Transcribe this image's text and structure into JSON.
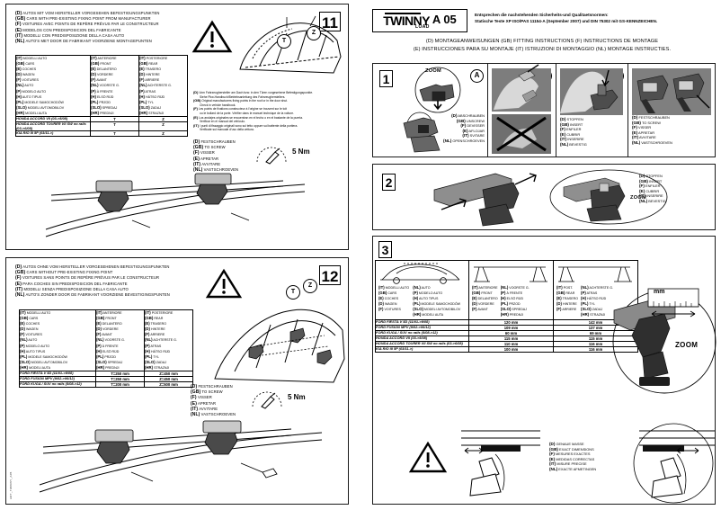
{
  "header": {
    "brand_name": "TWINNY",
    "brand_sub": "LOAD",
    "model_code": "A 05",
    "norm_line1": "Entsprechen die nachstehenden Sicherheits-und Qualitaetsnormen:",
    "norm_line2": "Statische Teste XP ISO/PAS 11154-A (September 2007) und DIN 75302 mit GS-KENNZEICHEN.",
    "instr_line1": "(D) MONTAGEANWEISUNGEN  (GB) FITTING INSTRUCTIONS  (F) INSTRUCTIONS DE MONTAGE",
    "instr_line2": "(E) INSTRUCCIONES PARA SU MONTAJE (IT) ISTRUZIONI DI MONTAGGIO (NL) MONTAGE INSTRUCTIES."
  },
  "panel11": {
    "number": "11",
    "headings": [
      {
        "code": "(D)",
        "text": "AUTOS MIT VOM HERSTELLER VORGESEHEN BEFESTIGUNGSPUNKTEN"
      },
      {
        "code": "(GB)",
        "text": "CARS WITH PRE-EXISTING FIXING POINT FROM MANUFACTURER"
      },
      {
        "code": "(F)",
        "text": "VOITURES AVEC POINTS DE REPÈRE PRÉVUS PAR LE CONSTRUCTEUR"
      },
      {
        "code": "(E)",
        "text": "MODELOS CON PREDISPOSICION DEL FABRICANTE"
      },
      {
        "code": "(IT)",
        "text": "MODELLI CON PREDISPOSIZIONE DELLA CASA AUTO"
      },
      {
        "code": "(NL)",
        "text": "AUTO'S MET DOOR DE FABRIKANT VOORZIENE MONTAGEPUNTEN"
      }
    ],
    "table": {
      "col1_header": [
        {
          "code": "(IT)",
          "text": "MODELLI AUTO"
        },
        {
          "code": "(GB)",
          "text": "CARS"
        },
        {
          "code": "(E)",
          "text": "COCHES"
        },
        {
          "code": "(D)",
          "text": "WAGEN"
        },
        {
          "code": "(F)",
          "text": "VOITURES"
        },
        {
          "code": "(NL)",
          "text": "AUTO"
        },
        {
          "code": "(P)",
          "text": "MODELO AUTO"
        },
        {
          "code": "(H)",
          "text": "AUTO TIPUS"
        },
        {
          "code": "(PL)",
          "text": "MODELE SAMOCHODÓW"
        },
        {
          "code": "(SLO)",
          "text": "MODELI AVTOMOBILOV"
        },
        {
          "code": "(HR)",
          "text": "MODELI AUTA"
        }
      ],
      "col2_header": [
        {
          "code": "(IT)",
          "text": "ANTERIORE"
        },
        {
          "code": "(GB)",
          "text": "FRONT"
        },
        {
          "code": "(E)",
          "text": "DELANTERO"
        },
        {
          "code": "(D)",
          "text": "VORDERE"
        },
        {
          "code": "(F)",
          "text": "AVANT"
        },
        {
          "code": "(NL)",
          "text": "VOORSTE G."
        },
        {
          "code": "(P)",
          "text": "À FRENTE"
        },
        {
          "code": "(H)",
          "text": "ELSÖ RÜD"
        },
        {
          "code": "(PL)",
          "text": "PRZOD"
        },
        {
          "code": "(SLO)",
          "text": "SPREDAJ"
        },
        {
          "code": "(HR)",
          "text": "PREDNJI"
        }
      ],
      "col3_header": [
        {
          "code": "(IT)",
          "text": "POSTERIORE"
        },
        {
          "code": "(GB)",
          "text": "REAR"
        },
        {
          "code": "(E)",
          "text": "TRASERO"
        },
        {
          "code": "(D)",
          "text": "HINTERE"
        },
        {
          "code": "(F)",
          "text": "ARRIERE"
        },
        {
          "code": "(NL)",
          "text": "ACHTERSTE G."
        },
        {
          "code": "(P)",
          "text": "ATRAS"
        },
        {
          "code": "(H)",
          "text": "HÁTSO RÜD"
        },
        {
          "code": "(PL)",
          "text": "TYL"
        },
        {
          "code": "(SLO)",
          "text": "ZADAJ"
        },
        {
          "code": "(HR)",
          "text": "STRAZNJI"
        }
      ],
      "rows": [
        {
          "model": "HONDA ACCORD VII (03->5/08)",
          "front": "T",
          "rear": "Z"
        },
        {
          "model": "HONDA ACCORD TOURER VII SW no rails (03->6/08)",
          "front": "T",
          "rear": "Z"
        },
        {
          "model": "KIA RIO III 5P (03/11->)",
          "front": "T",
          "rear": "Z"
        }
      ]
    },
    "markers": {
      "t": "T",
      "z": "Z"
    },
    "notes": [
      {
        "code": "(D)",
        "l1": "Vom Fahrzeughersteller am Dach bzw. in den Türen vorgesehene Befestigungspunkte.",
        "l2": "Siehe Pkw-Handbuch/Betriebsanleitung des Fahrzeugherstellers."
      },
      {
        "code": "(GB)",
        "l1": "Original manufacturers fixing points in the roof or in the door shut.",
        "l2": "Check in vehicle handbook."
      },
      {
        "code": "(F)",
        "l1": "Les points de fixations constructeur à l'origine se trouvent sur le toit",
        "l2": "ou le bollard de la porte. Vérifier dans le manuel technique de la voiture."
      },
      {
        "code": "(E)",
        "l1": "Los anclajes originales se encuentran en el techo o en el bastante de la puerta.",
        "l2": "Verificar en el manual del vehiculo."
      },
      {
        "code": "(IT)",
        "l1": "I punti di fissaggio originali sono sul tetto oppure sul battente della portiera.",
        "l2": "Verificate sul manuale d'uso della vettura."
      }
    ],
    "screw": [
      {
        "code": "(D)",
        "text": "FESTSCHRAUBEN"
      },
      {
        "code": "(GB)",
        "text": "TO SCREW"
      },
      {
        "code": "(F)",
        "text": "VISSER"
      },
      {
        "code": "(E)",
        "text": "APRETAR"
      },
      {
        "code": "(IT)",
        "text": "AVVITARE"
      },
      {
        "code": "(NL)",
        "text": "VASTSCHROEVEN"
      }
    ],
    "torque": "5 Nm"
  },
  "panel12": {
    "number": "12",
    "headings": [
      {
        "code": "(D)",
        "text": "AUTOS OHNE VOM HERSTELLER VORGESEHENEN BEFESTIGUNGSPUNKTEN"
      },
      {
        "code": "(GB)",
        "text": "CARS WITHOUT PRE-EXISTING FIXING POINT"
      },
      {
        "code": "(F)",
        "text": "VOITURES SANS POINTS DE REPÈRE PRÉVUS PAR LE CONSTRUCTEUR"
      },
      {
        "code": "(E)",
        "text": "PARA COCHES SIN PREDISPOSICION DEL FABRICANTE"
      },
      {
        "code": "(IT)",
        "text": "MODELLI SENZA PREDISPOSIZIONE DELLA CASA AUTO"
      },
      {
        "code": "(NL)",
        "text": "AUTO'S ZONDER DOOR DE FABRIKANT VOORZIENE BEVESTIGINGSPUNTEN"
      }
    ],
    "table": {
      "col1_header": [
        {
          "code": "(IT)",
          "text": "MODELLI AUTO"
        },
        {
          "code": "(GB)",
          "text": "CARS"
        },
        {
          "code": "(E)",
          "text": "COCHES"
        },
        {
          "code": "(D)",
          "text": "WAGEN"
        },
        {
          "code": "(F)",
          "text": "VOITURES"
        },
        {
          "code": "(NL)",
          "text": "AUTO"
        },
        {
          "code": "(P)",
          "text": "MODELO AUTO"
        },
        {
          "code": "(H)",
          "text": "AUTO TIPUS"
        },
        {
          "code": "(PL)",
          "text": "MODELE SAMOCHODÓW"
        },
        {
          "code": "(SLO)",
          "text": "MODELI AVTOMOBILOV"
        },
        {
          "code": "(HR)",
          "text": "MODELI AUTA"
        }
      ],
      "col2_header": [
        {
          "code": "(IT)",
          "text": "ANTERIORE"
        },
        {
          "code": "(GB)",
          "text": "FRONT"
        },
        {
          "code": "(E)",
          "text": "DELANTERO"
        },
        {
          "code": "(D)",
          "text": "VORDERE"
        },
        {
          "code": "(F)",
          "text": "AVANT"
        },
        {
          "code": "(NL)",
          "text": "VOORSTE G."
        },
        {
          "code": "(P)",
          "text": "À FRENTE"
        },
        {
          "code": "(H)",
          "text": "ELSÖ RÜD"
        },
        {
          "code": "(PL)",
          "text": "PRZOD"
        },
        {
          "code": "(SLO)",
          "text": "SPREDAJ"
        },
        {
          "code": "(HR)",
          "text": "PREDNJI"
        }
      ],
      "col3_header": [
        {
          "code": "(IT)",
          "text": "POSTERIORE"
        },
        {
          "code": "(GB)",
          "text": "REAR"
        },
        {
          "code": "(E)",
          "text": "TRASERO"
        },
        {
          "code": "(D)",
          "text": "HINTERE"
        },
        {
          "code": "(F)",
          "text": "ARRIERE"
        },
        {
          "code": "(NL)",
          "text": "ACHTERSTE G."
        },
        {
          "code": "(P)",
          "text": "ATRAS"
        },
        {
          "code": "(H)",
          "text": "HÁTSO RÜD"
        },
        {
          "code": "(PL)",
          "text": "TYL"
        },
        {
          "code": "(SLO)",
          "text": "ZADAJ"
        },
        {
          "code": "(HR)",
          "text": "STRAZNJI"
        }
      ],
      "rows": [
        {
          "model": "FORD FIESTA V 5D (11/01->9/08)",
          "front": "T=250 mm",
          "rear": "Z=450 mm"
        },
        {
          "model": "FORD FUSION MPV (9/02->06/12)",
          "front": "T=250 mm",
          "rear": "Z=450 mm"
        },
        {
          "model": "FORD KUGA / SUV no rails (5/08->12)",
          "front": "T=200 mm",
          "rear": "Z=500 mm"
        }
      ]
    },
    "markers": {
      "t": "T",
      "z": "Z"
    },
    "screw": [
      {
        "code": "(D)",
        "text": "FESTSCHRAUBEN"
      },
      {
        "code": "(GB)",
        "text": "TO SCREW"
      },
      {
        "code": "(F)",
        "text": "VISSER"
      },
      {
        "code": "(E)",
        "text": "APRETAR"
      },
      {
        "code": "(IT)",
        "text": "AVVITARE"
      },
      {
        "code": "(NL)",
        "text": "VASTSCHROEVEN"
      }
    ],
    "torque": "5 Nm"
  },
  "step1": {
    "number": "1",
    "zoom_label": "ZOOM",
    "sub_a": {
      "letter": "A",
      "lines": [
        {
          "code": "(D)",
          "text": "ABSCHRAUBEN"
        },
        {
          "code": "(GB)",
          "text": "UNSCREW"
        },
        {
          "code": "(F)",
          "text": "DEVISSER"
        },
        {
          "code": "(E)",
          "text": "AFLOJAR"
        },
        {
          "code": "(IT)",
          "text": "SVITARE"
        },
        {
          "code": "(NL)",
          "text": "OPENSCHROEVEN"
        }
      ]
    },
    "sub_b": {
      "letter": "B"
    },
    "sub_c": {
      "letter": "C",
      "lines": [
        {
          "code": "(D)",
          "text": "STOPFEN"
        },
        {
          "code": "(GB)",
          "text": "INSERT"
        },
        {
          "code": "(F)",
          "text": "ENFILER"
        },
        {
          "code": "(E)",
          "text": "CUBRIR"
        },
        {
          "code": "(IT)",
          "text": "INSERIRE"
        },
        {
          "code": "(NL)",
          "text": "BEVESTIG"
        }
      ]
    },
    "sub_d": {
      "letter": "D",
      "lines": [
        {
          "code": "(D)",
          "text": "FESTSCHRAUBEN"
        },
        {
          "code": "(GB)",
          "text": "TO SCREW"
        },
        {
          "code": "(F)",
          "text": "VISSER"
        },
        {
          "code": "(E)",
          "text": "APRETAR"
        },
        {
          "code": "(IT)",
          "text": "AVVITARE"
        },
        {
          "code": "(NL)",
          "text": "VASTSCHROEVEN"
        }
      ]
    }
  },
  "step2": {
    "number": "2",
    "zoom_label": "ZOOM",
    "lines": [
      {
        "code": "(D)",
        "text": "STOPFEN"
      },
      {
        "code": "(GB)",
        "text": "INSERT"
      },
      {
        "code": "(F)",
        "text": "ENFILER"
      },
      {
        "code": "(E)",
        "text": "CUBRIR"
      },
      {
        "code": "(IT)",
        "text": "INSERIRE"
      },
      {
        "code": "(NL)",
        "text": "BEVESTIG"
      }
    ]
  },
  "step3": {
    "number": "3",
    "zoom_label": "ZOOM",
    "mm_label": "mm",
    "table": {
      "col1_header_a": [
        {
          "code": "(IT)",
          "text": "MODELLI AUTO"
        },
        {
          "code": "(GB)",
          "text": "CARS"
        },
        {
          "code": "(E)",
          "text": "COCHES"
        },
        {
          "code": "(D)",
          "text": "WAGEN"
        },
        {
          "code": "(F)",
          "text": "VOITURES"
        }
      ],
      "col1_header_b": [
        {
          "code": "(NL)",
          "text": "AUTO"
        },
        {
          "code": "(P)",
          "text": "MODELO AUTO"
        },
        {
          "code": "(H)",
          "text": "AUTO TIPUS"
        },
        {
          "code": "(PL)",
          "text": "MODELE SAMOCHODÓW"
        },
        {
          "code": "(SLO)",
          "text": "MODELI AVTOMOBILOV"
        },
        {
          "code": "(HR)",
          "text": "MODELI AUTA"
        }
      ],
      "col2_header_a": [
        {
          "code": "(IT)",
          "text": "ANTERIORE"
        },
        {
          "code": "(GB)",
          "text": "FRONT"
        },
        {
          "code": "(E)",
          "text": "DELANTERO"
        },
        {
          "code": "(D)",
          "text": "VORDERE"
        },
        {
          "code": "(F)",
          "text": "AVANT"
        }
      ],
      "col2_header_b": [
        {
          "code": "(NL)",
          "text": "VOORSTE G."
        },
        {
          "code": "(P)",
          "text": "À FRENTE"
        },
        {
          "code": "(H)",
          "text": "ELSÖ RÜD"
        },
        {
          "code": "(PL)",
          "text": "PRZOD"
        },
        {
          "code": "(SLO)",
          "text": "SPREDAJ"
        },
        {
          "code": "(HR)",
          "text": "PREDNJI"
        }
      ],
      "col3_header_a": [
        {
          "code": "(IT)",
          "text": "POST."
        },
        {
          "code": "(GB)",
          "text": "REAR"
        },
        {
          "code": "(E)",
          "text": "TRASERO"
        },
        {
          "code": "(D)",
          "text": "HINTERE"
        },
        {
          "code": "(F)",
          "text": "ARRIERE"
        }
      ],
      "col3_header_b": [
        {
          "code": "(NL)",
          "text": "ACHTERSTE G."
        },
        {
          "code": "(P)",
          "text": "ATRAS"
        },
        {
          "code": "(H)",
          "text": "HÁTSO RÜD"
        },
        {
          "code": "(PL)",
          "text": "TYL"
        },
        {
          "code": "(SLO)",
          "text": "ZADAJ"
        },
        {
          "code": "(HR)",
          "text": "STRAZNJI"
        }
      ],
      "rows": [
        {
          "model": "FORD FIESTA V 5D (11/01->9/08)",
          "front": "120 mm",
          "rear": "142 mm"
        },
        {
          "model": "FORD FUSION MPV (9/02->06/12)",
          "front": "109 mm",
          "rear": "137 mm"
        },
        {
          "model": "FORD KUGA / SUV no rails (5/08->12)",
          "front": "60 mm",
          "rear": "69 mm"
        },
        {
          "model": "HONDA ACCORD VII (03->5/08)",
          "front": "115 mm",
          "rear": "115 mm"
        },
        {
          "model": "HONDA ACCORD TOURER VII SW no rails (03->6/08)",
          "front": "110 mm",
          "rear": "116 mm"
        },
        {
          "model": "KIA RIO III 5P (03/11->)",
          "front": "100 mm",
          "rear": "116 mm"
        }
      ]
    },
    "footer": [
      {
        "code": "(D)",
        "text": "GENAUE MASSE"
      },
      {
        "code": "(GB)",
        "text": "EXACT DIMENSIONS"
      },
      {
        "code": "(F)",
        "text": "MESURES EXACTES"
      },
      {
        "code": "(E)",
        "text": "MEDIDAS CORRECTAS"
      },
      {
        "code": "(IT)",
        "text": "MISURE PRECISE"
      },
      {
        "code": "(NL)",
        "text": "EXACTE AFMETINGEN"
      }
    ]
  },
  "sidecode": "ART_TWINNY_A05"
}
